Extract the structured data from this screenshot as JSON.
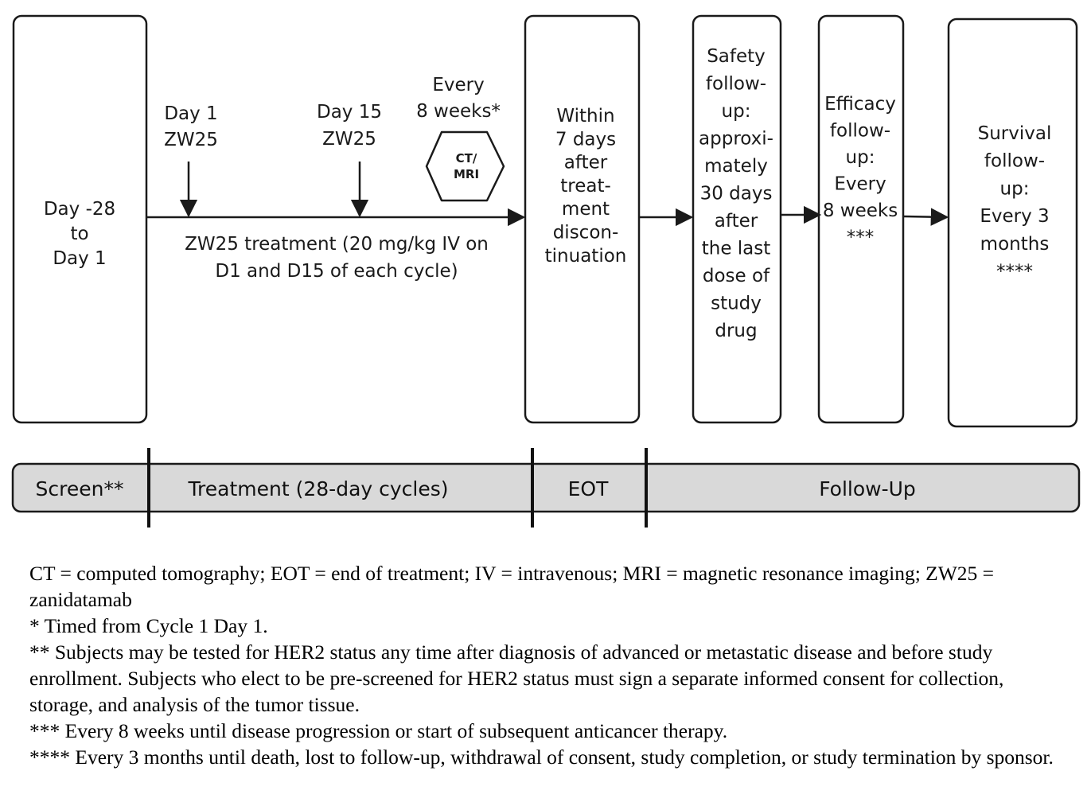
{
  "boxes": {
    "screening": [
      "Day -28",
      "to",
      "Day 1"
    ],
    "eot": [
      "Within",
      "7 days",
      "after",
      "treat-",
      "ment",
      "discon-",
      "tinuation"
    ],
    "safety": [
      "Safety",
      "follow-",
      "up:",
      "approxi-",
      "mately",
      "30 days",
      "after",
      "the last",
      "dose of",
      "study",
      "drug"
    ],
    "efficacy": [
      "Efficacy",
      "follow-",
      "up:",
      "Every",
      "8 weeks",
      "***"
    ],
    "survival": [
      "Survival",
      "follow-",
      "up:",
      "Every 3",
      "months",
      "****"
    ]
  },
  "markers": {
    "day1": [
      "Day 1",
      "ZW25"
    ],
    "day15": [
      "Day 15",
      "ZW25"
    ],
    "every8": [
      "Every",
      "8 weeks*"
    ],
    "diamond": [
      "CT/",
      "MRI"
    ]
  },
  "treatment_label": [
    "ZW25 treatment (20 mg/kg IV on",
    "D1 and D15 of each cycle)"
  ],
  "phases": {
    "screen": "Screen**",
    "treatment": "Treatment (28-day cycles)",
    "eot": "EOT",
    "followup": "Follow-Up"
  },
  "footnotes": [
    "CT = computed tomography; EOT = end of treatment; IV = intravenous; MRI = magnetic resonance imaging; ZW25 = zanidatamab",
    "* Timed from Cycle 1 Day 1.",
    "** Subjects may be tested for HER2 status any time after diagnosis of advanced or metastatic disease and before study enrollment. Subjects who elect to be pre-screened for HER2 status must sign a separate informed consent for collection, storage, and analysis of the tumor tissue.",
    "*** Every 8 weeks until disease progression or start of subsequent anticancer therapy.",
    "**** Every 3 months until death, lost to follow-up, withdrawal of consent, study completion, or study termination by sponsor."
  ],
  "colors": {
    "stroke": "#1a1a1a",
    "phase_bar": "#d9d9d9"
  }
}
